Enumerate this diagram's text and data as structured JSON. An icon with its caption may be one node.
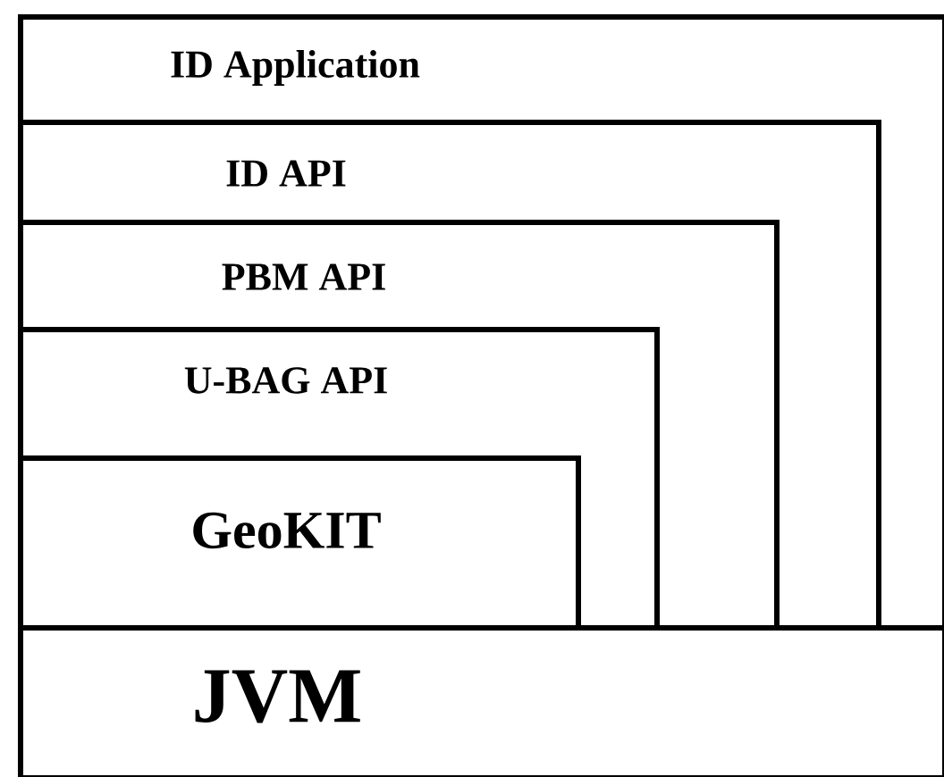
{
  "diagram": {
    "nodes": [
      {
        "text": [
          "ID Application"
        ]
      },
      {
        "text": [
          "ID API"
        ],
        "in": 0
      },
      {
        "text": [
          "PBM API"
        ],
        "in": 1
      },
      {
        "text": [
          "U-BAG API"
        ],
        "in": 2
      },
      {
        "text": [
          "GeoKIT"
        ],
        "in": 3
      },
      {
        "text": [
          "JVM"
        ]
      }
    ]
  }
}
